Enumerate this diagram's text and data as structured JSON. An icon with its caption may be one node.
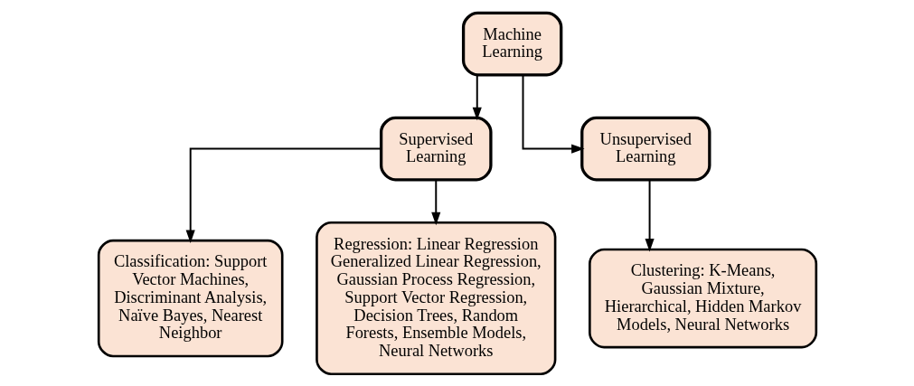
{
  "diagram": {
    "nodes": [
      {
        "text": [
          "Machine Learning"
        ]
      },
      {
        "text": [
          "Supervised Learning"
        ]
      },
      {
        "text": [
          "Unsupervised Learning"
        ]
      },
      {
        "text": [
          "Classification: Support Vector Machines, Discriminant Analysis, Naïve Bayes, Nearest Neighbor"
        ]
      },
      {
        "text": [
          "Regression: Linear Regression Generalized Linear Regression, Gaussian Process Regression, Support Vector Regression, Decision Trees, Random Forests, Ensemble Models, Neural Networks"
        ]
      },
      {
        "text": [
          "Clustering: K-Means, Gaussian Mixture, Hierarchical, Hidden Markov Models, Neural Networks"
        ]
      }
    ],
    "edges": [
      {
        "from": 0,
        "to": 1,
        "arrow": "to"
      },
      {
        "from": 0,
        "to": 2,
        "arrow": "to"
      },
      {
        "from": 1,
        "to": 3,
        "arrow": "to"
      },
      {
        "from": 1,
        "to": 4,
        "arrow": "to"
      },
      {
        "from": 2,
        "to": 5,
        "arrow": "to"
      }
    ]
  }
}
